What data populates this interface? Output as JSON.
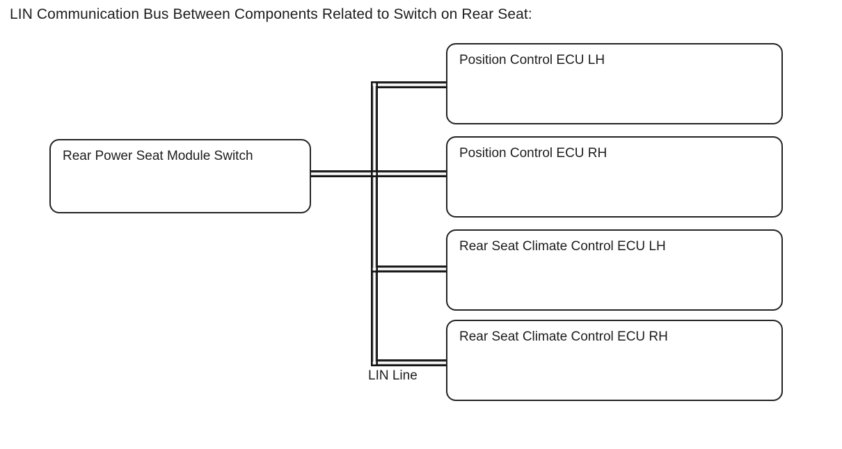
{
  "diagram": {
    "title": "LIN Communication Bus Between Components Related to Switch on Rear Seat:",
    "type": "block-bus-diagram",
    "bus_label": "LIN Line",
    "colors": {
      "background": "#ffffff",
      "node_border": "#222222",
      "text": "#1c1c1c",
      "bus_line": "#151515",
      "bus_shadow": "#6e6e6e"
    },
    "source_node": {
      "id": "rear-power-seat-module-switch",
      "label": "Rear Power Seat Module Switch"
    },
    "target_nodes": [
      {
        "id": "position-control-ecu-lh",
        "label": "Position Control ECU LH"
      },
      {
        "id": "position-control-ecu-rh",
        "label": "Position Control ECU RH"
      },
      {
        "id": "rear-seat-climate-control-ecu-lh",
        "label": "Rear Seat Climate Control ECU LH"
      },
      {
        "id": "rear-seat-climate-control-ecu-rh",
        "label": "Rear Seat Climate Control ECU RH"
      }
    ],
    "connections": [
      {
        "from": "rear-power-seat-module-switch",
        "to": "position-control-ecu-lh",
        "bus": "LIN Line"
      },
      {
        "from": "rear-power-seat-module-switch",
        "to": "position-control-ecu-rh",
        "bus": "LIN Line"
      },
      {
        "from": "rear-power-seat-module-switch",
        "to": "rear-seat-climate-control-ecu-lh",
        "bus": "LIN Line"
      },
      {
        "from": "rear-power-seat-module-switch",
        "to": "rear-seat-climate-control-ecu-rh",
        "bus": "LIN Line"
      }
    ]
  }
}
